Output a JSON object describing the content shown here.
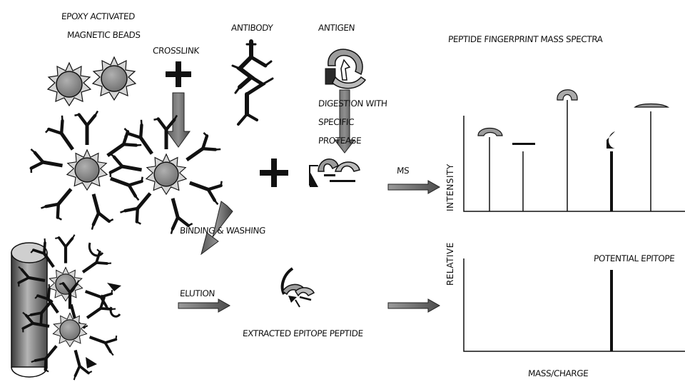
{
  "labels": {
    "beads_line1": "EPOXY ACTIVATED",
    "beads_line2": "MAGNETIC BEADS",
    "crosslink": "CROSSLINK",
    "antibody": "ANTIBODY",
    "antigen": "ANTIGEN",
    "digestion_line1": "DIGESTION WITH",
    "digestion_line2": "SPECIFIC",
    "digestion_line3": "PROTEASE",
    "ms": "MS",
    "binding": "BINDING & WASHING",
    "elution": "ELUTION",
    "extracted": "EXTRACTED EPITOPE PEPTIDE",
    "spectra_title": "PEPTIDE FINGERPRINT MASS SPECTRA",
    "ylabel_top": "INTENSITY",
    "ylabel_bottom": "RELATIVE",
    "xlabel": "MASS/CHARGE",
    "potential_epitope": "POTENTIAL EPITOPE"
  },
  "colors": {
    "ink": "#111111",
    "bead_fill": "#8c8c8c",
    "arrow_fill": "#6e6e6e",
    "cylinder_fill": "#9a9a9a"
  },
  "icons": {
    "bead": "spiked-bead-icon",
    "antibody": "y-shaped-antibody-icon",
    "antigen": "folded-protein-icon",
    "arrow": "block-arrow-icon",
    "plus": "plus-sign-icon"
  }
}
